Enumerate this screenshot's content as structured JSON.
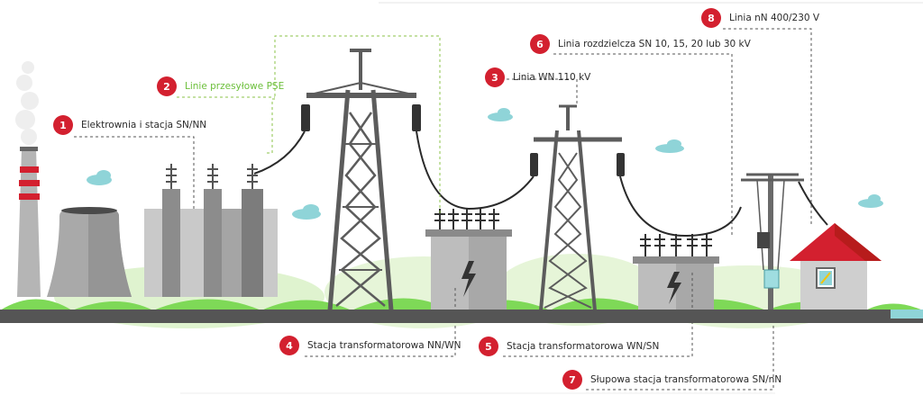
{
  "callouts": [
    {
      "num": "1",
      "label": "Elektrownia i stacja SN/NN"
    },
    {
      "num": "2",
      "label": "Linie przesyłowe PSE"
    },
    {
      "num": "3",
      "label": "Linia WN 110 kV"
    },
    {
      "num": "4",
      "label": "Stacja transformatorowa NN/WN"
    },
    {
      "num": "5",
      "label": "Stacja transformatorowa WN/SN"
    },
    {
      "num": "6",
      "label": "Linia rozdzielcza SN 10, 15, 20 lub 30 kV"
    },
    {
      "num": "7",
      "label": "Słupowa stacja transformatorowa SN/nN"
    },
    {
      "num": "8",
      "label": "Linia nN 400/230 V"
    }
  ],
  "colors": {
    "badge": "#d3202f",
    "pse_line": "#8bc34a",
    "ground": "#555555",
    "grass": "#7ed957",
    "structure": "#9a9a9a",
    "tower": "#5c5c5c",
    "roof": "#d3202f",
    "cloud": "#8fd4d8"
  }
}
